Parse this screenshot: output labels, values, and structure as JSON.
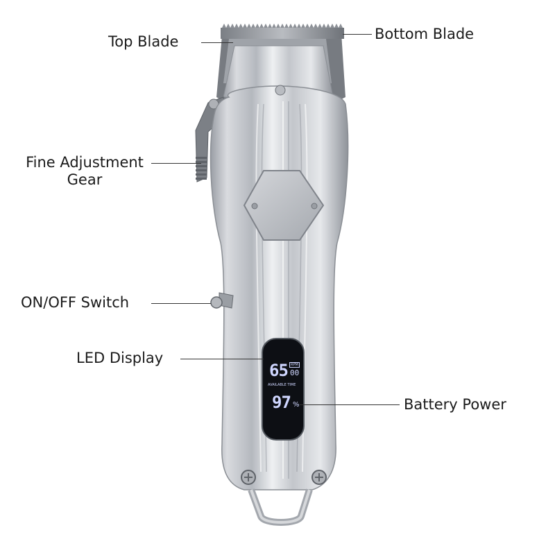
{
  "colors": {
    "body_metal": "#c9ccd1",
    "body_highlight": "#f3f4f6",
    "body_shadow": "#8e9299",
    "blade_dark": "#6f7379",
    "display_bg": "#0d0f14",
    "display_glow": "#cfd6ff",
    "leader_line": "#333333",
    "label_text": "#1a1a1a"
  },
  "labels": {
    "top_blade": "Top Blade",
    "bottom_blade": "Bottom Blade",
    "fine_adjustment_line1": "Fine Adjustment",
    "fine_adjustment_line2": "Gear",
    "on_off_switch": "ON/OFF Switch",
    "led_display": "LED Display",
    "battery_power": "Battery Power"
  },
  "display": {
    "time_value": "65",
    "time_unit_small": "00",
    "rpm_tag": "RPM",
    "available_time": "AVAILABLE TIME",
    "battery_value": "97",
    "battery_unit": "%"
  }
}
